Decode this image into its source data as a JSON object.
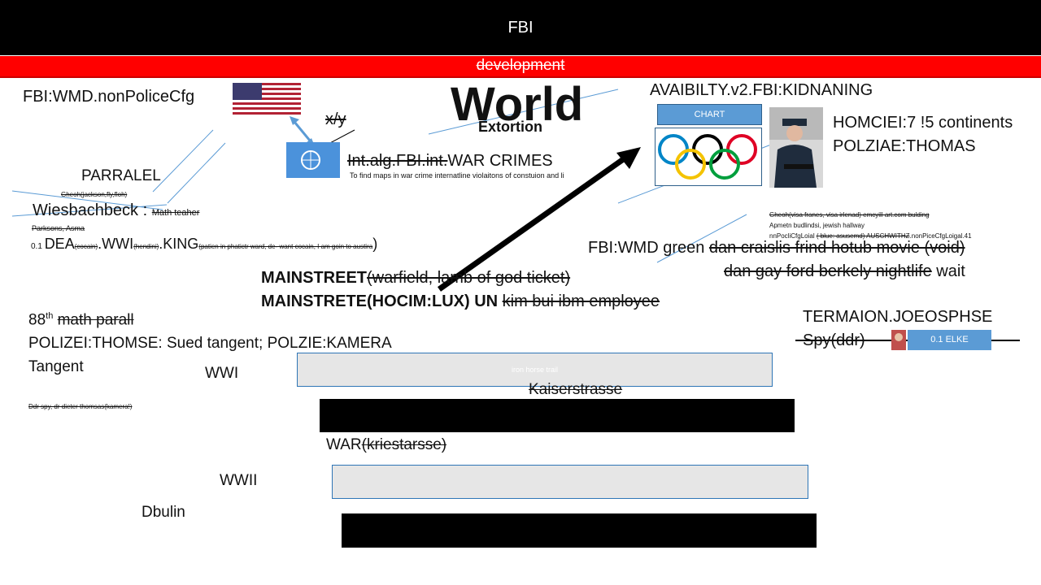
{
  "header": {
    "title": "FBI",
    "subtitle": "development"
  },
  "left": {
    "fbi_wmd": "FBI:WMD.nonPoliceCfg",
    "parralel": "PARRALEL",
    "gheoh_small": "Gheoh(jackson,fly,floh)",
    "wiesbachbeck": "Wiesbachbeck : ",
    "math_teacher": "Math teaher",
    "parksons": "Parksons, Asma",
    "dea_prefix": "0.1 ",
    "dea": "DEA",
    "dea_sub": "(cocain)",
    "wwi": ".WWI",
    "wwi_sub": "(hendini)",
    "king": ".KING",
    "king_sub": "(patien in phatictr ward, de- want cocain, I am goin to austira",
    "close_paren": ")"
  },
  "center": {
    "xy": "x/y",
    "world": "World",
    "extortion": "Extortion",
    "int_alg": "Int.alg.FBI.int.",
    "war_crimes": "WAR CRIMES",
    "maps_note": "To find maps in war crime internatline violaitons of constuion and li",
    "mainstreet": "MAINSTREET",
    "mainstreet_strike": "(warfield, lamb of god ticket)",
    "mainstrete": "MAINSTRETE(HOCIM:LUX) UN ",
    "mainstrete_strike": "kim bui ibm employee"
  },
  "right": {
    "avail": "AVAIBILTY.v2.FBI:KIDNANING",
    "chart_button": "CHART",
    "homciei": "HOMCIEI:7 !5 continents",
    "polziae": "POLZIAE:THOMAS",
    "gheoh_visa": "Gheoh(visa franes, visa irlenad) emcyill art.com bulding",
    "apmetn": "Apmetn budlindsi, jewish hallway",
    "nonpoli_a": "nnPocliCfgLoial ",
    "nonpoli_strike": "( blue: asusemd) AUSCHWITHZ",
    "nonpoli_b": ".nonPiceCfgLoigal.41",
    "fbi_green": "FBI:WMD green  ",
    "dan1": "dan craislis frind hotub movie (void)",
    "dan2_strike": "dan gay ford berkely nightlife",
    "dan2_tail": " wait",
    "termaion": "TERMAION.JOEOSPHSE",
    "spy": "Spy(ddr)",
    "elke": "0.1 ELKE"
  },
  "lower": {
    "eighty_eight": "88",
    "eighty_eight_sup": "th",
    "math_parall": "math parall",
    "polizei": "POLIZEI:THOMSE: Sued tangent; POLZIE:KAMERA",
    "tangent": "Tangent",
    "ddr_spy": "Ddr spy, dr dieter thomsas(kamera!)",
    "wwi": "WWI",
    "iron_horse": "iron horse trail",
    "kaiserstrasse": "Kaiserstrasse",
    "war": "WAR",
    "war_strike": "(kriestarsse)",
    "wwii": "WWII",
    "dbulin": "Dbulin"
  },
  "colors": {
    "header_bg": "#000000",
    "red_bar": "#ff0000",
    "chart_blue": "#5b9bd5",
    "line_blue": "#5b9bd5"
  }
}
